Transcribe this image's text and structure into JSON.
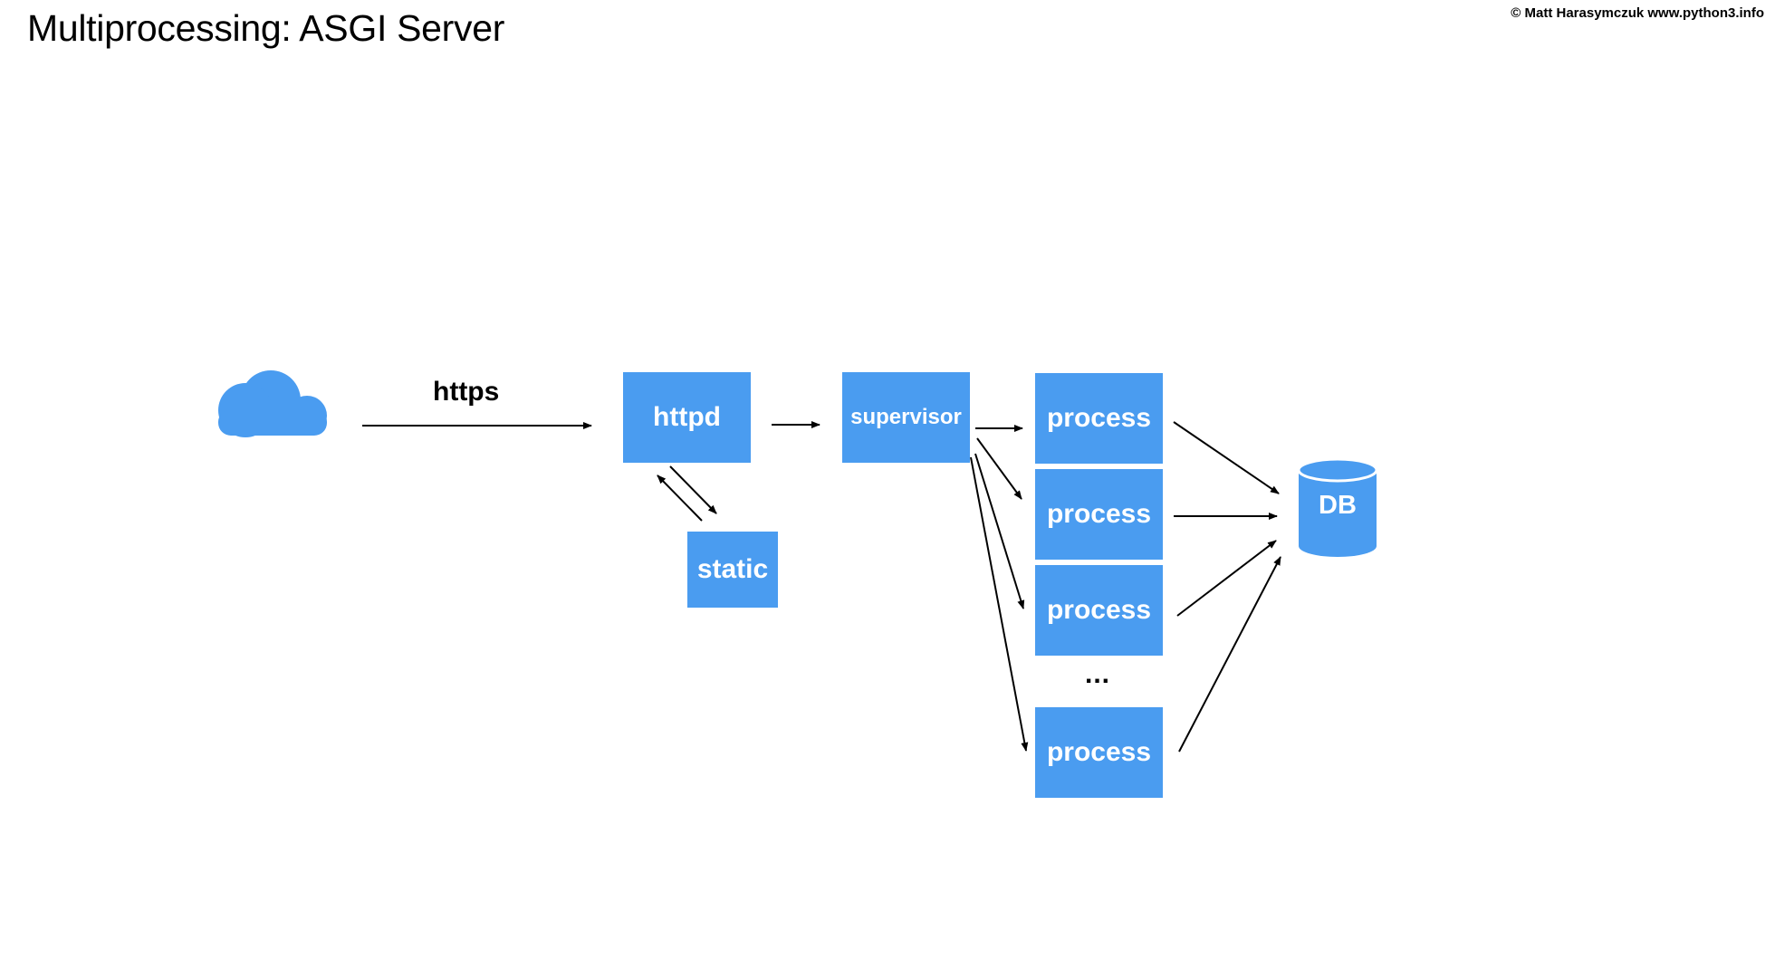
{
  "slide": {
    "title": "Multiprocessing: ASGI Server",
    "copyright": "© Matt Harasymczuk www.python3.info"
  },
  "diagram": {
    "client_icon": "cloud-icon",
    "connection_label": "https",
    "nodes": {
      "httpd": "httpd",
      "static": "static",
      "supervisor": "supervisor",
      "processes": [
        "process",
        "process",
        "process",
        "process"
      ],
      "ellipsis": "...",
      "database": "DB"
    },
    "colors": {
      "box": "#4a9cf0",
      "box_text": "#ffffff",
      "arrow": "#000000"
    }
  }
}
